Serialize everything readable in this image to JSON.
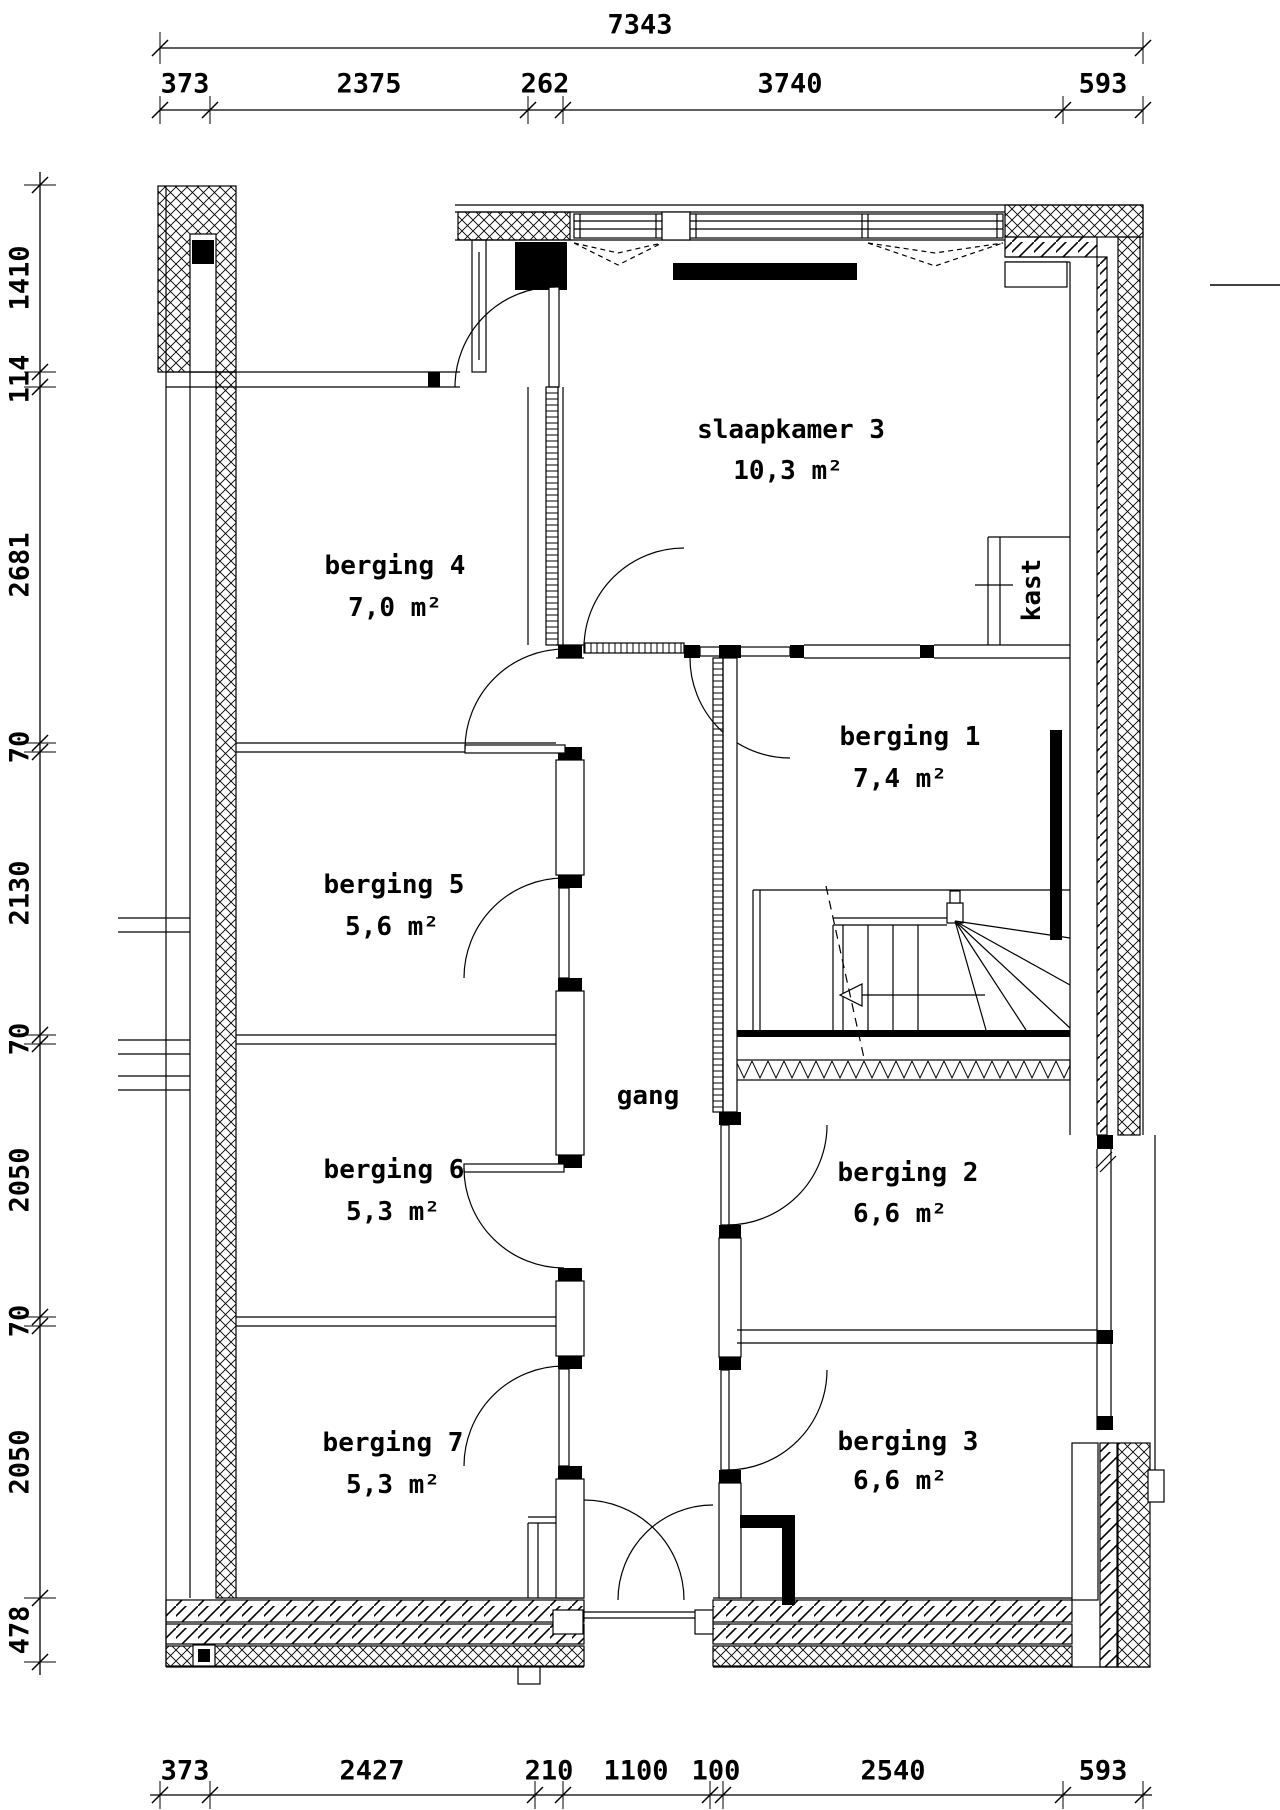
{
  "title": "floor plan",
  "rooms": {
    "slaapkamer3": {
      "name": "slaapkamer 3",
      "area": "10,3 m²"
    },
    "berging4": {
      "name": "berging 4",
      "area": "7,0 m²"
    },
    "berging1": {
      "name": "berging 1",
      "area": "7,4 m²"
    },
    "berging5": {
      "name": "berging 5",
      "area": "5,6 m²"
    },
    "gang": {
      "name": "gang"
    },
    "berging6": {
      "name": "berging 6",
      "area": "5,3 m²"
    },
    "berging2": {
      "name": "berging 2",
      "area": "6,6 m²"
    },
    "berging7": {
      "name": "berging 7",
      "area": "5,3 m²"
    },
    "berging3": {
      "name": "berging 3",
      "area": "6,6 m²"
    },
    "kast": {
      "name": "kast"
    }
  },
  "dimensions": {
    "top_total": "7343",
    "top": [
      "373",
      "2375",
      "262",
      "3740",
      "593"
    ],
    "left": [
      "1410",
      "114",
      "2681",
      "70",
      "2130",
      "70",
      "2050",
      "70",
      "2050",
      "478"
    ],
    "bottom": [
      "373",
      "2427",
      "210",
      "1100",
      "100",
      "2540",
      "593"
    ]
  },
  "colors": {
    "line": "#000000",
    "background": "#ffffff"
  }
}
